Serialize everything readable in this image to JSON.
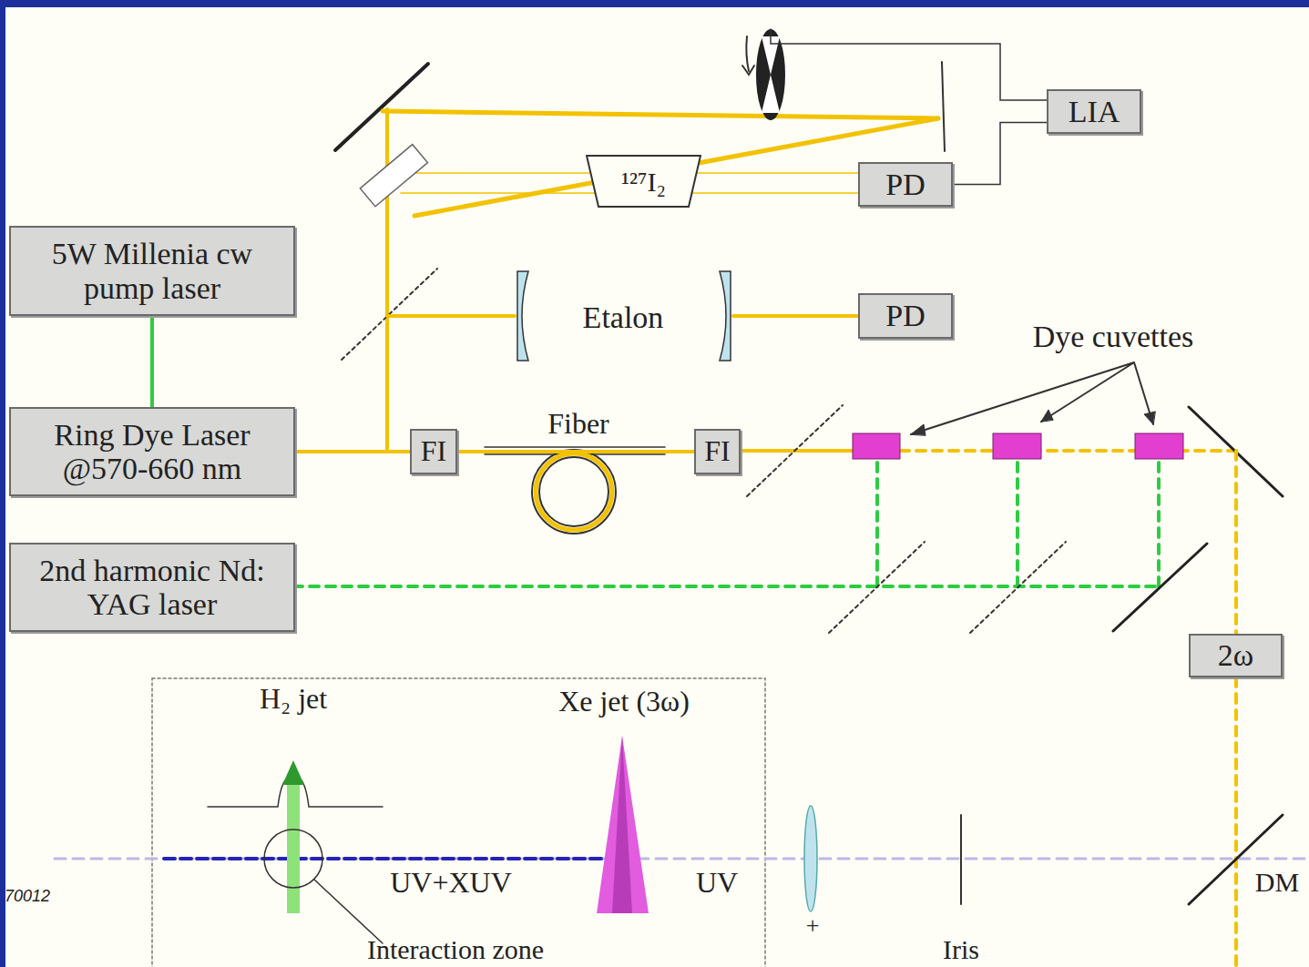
{
  "diagram": {
    "nodes": [
      {
        "text": [
          "LIA"
        ]
      },
      {
        "text": [
          "¹²⁷I₂"
        ]
      },
      {
        "text": [
          "PD"
        ]
      },
      {
        "text": [
          "5W Millenia cw pump laser"
        ]
      },
      {
        "text": [
          "PD"
        ]
      },
      {
        "text": [
          "Ring Dye Laser @570-660 nm"
        ]
      },
      {
        "text": [
          "FI"
        ]
      },
      {
        "text": [
          "FI"
        ]
      },
      {
        "text": [
          "2nd harmonic Nd: YAG laser"
        ]
      },
      {
        "text": [
          "2ω"
        ]
      }
    ],
    "edges": [
      {
        "from": 3,
        "to": 5,
        "arrow": "none"
      },
      {
        "from": 5,
        "to": 6,
        "arrow": "none"
      },
      {
        "from": 6,
        "to": 7,
        "arrow": "none"
      },
      {
        "from": 2,
        "to": 0,
        "arrow": "none"
      }
    ],
    "labels": [
      "Etalon",
      "Fiber",
      "Dye cuvettes",
      "H₂ jet",
      "Xe jet (3ω)",
      "UV+XUV",
      "UV",
      "DM",
      "+",
      "Interaction zone",
      "Iris",
      "70012"
    ]
  }
}
